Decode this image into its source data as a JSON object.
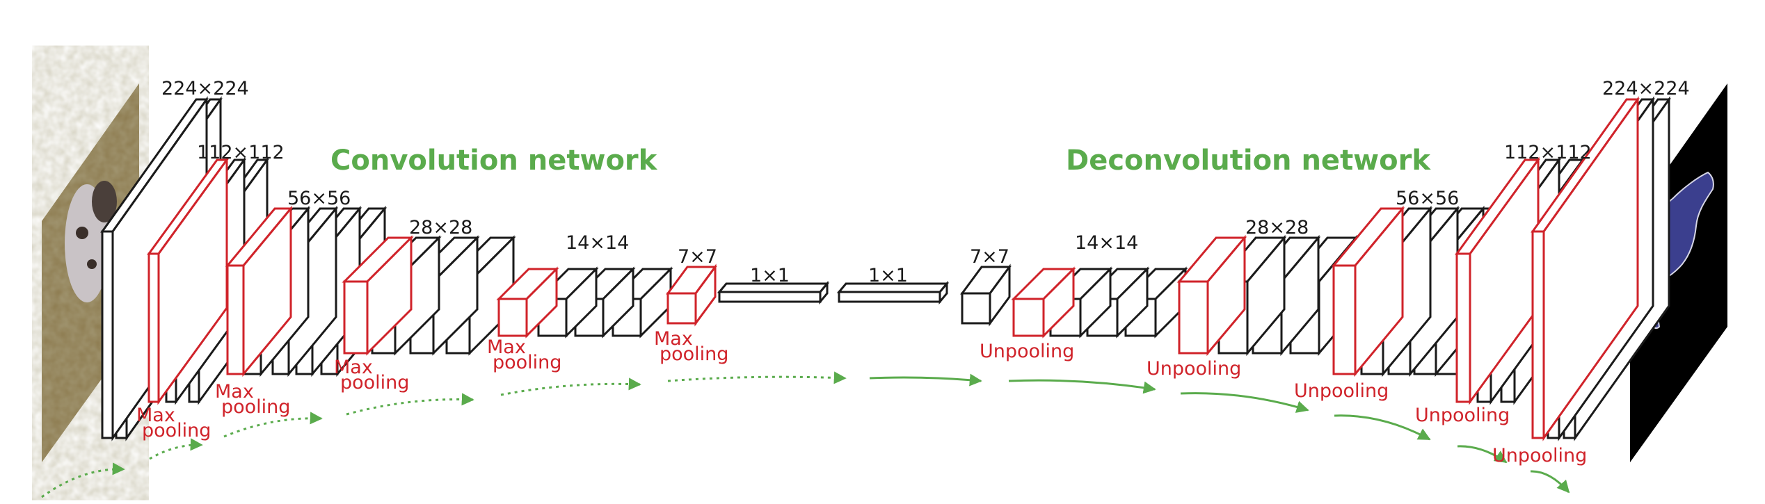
{
  "titles": {
    "conv": "Convolution network",
    "deconv": "Deconvolution network"
  },
  "dims": {
    "d224": "224×224",
    "d112": "112×112",
    "d56": "56×56",
    "d28": "28×28",
    "d14": "14×14",
    "d7": "7×7",
    "d1": "1×1"
  },
  "ops": {
    "max": "Max",
    "pooling": "pooling",
    "unpooling": "Unpooling"
  },
  "colors": {
    "conv_title": "#5aab4c",
    "arrow": "#5aab4c",
    "pool": "#d0232a",
    "block": "#1a1a1a",
    "input_photo": "#8a7a52",
    "output_bg": "#000000",
    "output_mask": "#3b3f8e"
  },
  "image": {
    "input": "dog-photo",
    "output": "segmentation-mask"
  }
}
